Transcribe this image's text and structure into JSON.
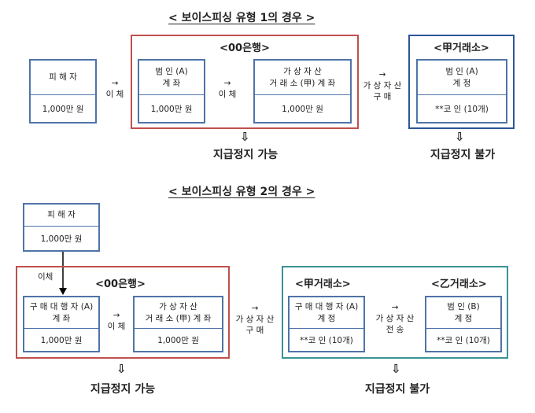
{
  "case1": {
    "title": "< 보이스피싱 유형 1의 경우 >",
    "victim": {
      "label": "피 해 자",
      "amount": "1,000만 원"
    },
    "transfer": {
      "arrow": "→",
      "label": "이 체"
    },
    "bank": {
      "title": "<00은행>",
      "criminal_account": {
        "line1": "범 인 (A)",
        "line2": "계 좌",
        "amount": "1,000만 원"
      },
      "transfer": {
        "arrow": "→",
        "label": "이 체"
      },
      "exchange_account": {
        "line1": "가 상 자 산",
        "line2": "거 래 소 (甲) 계 좌",
        "amount": "1,000만 원"
      }
    },
    "purchase": {
      "arrow": "→",
      "line1": "가 상 자 산",
      "line2": "구 매"
    },
    "exchange": {
      "title": "<甲거래소>",
      "criminal_wallet": {
        "line1": "범 인 (A)",
        "line2": "계 정",
        "amount": "**코 인 (10개)"
      }
    },
    "result_bank": {
      "arrow": "⇩",
      "label": "지급정지 가능"
    },
    "result_exchange": {
      "arrow": "⇩",
      "label": "지급정지 불가"
    }
  },
  "case2": {
    "title": "< 보이스피싱 유형 2의 경우 >",
    "victim": {
      "label": "피 해 자",
      "amount": "1,000만 원"
    },
    "transfer_down": {
      "label": "이체"
    },
    "bank": {
      "title": "<00은행>",
      "agent_account": {
        "line1": "구 매 대 행 자 (A)",
        "line2": "계 좌",
        "amount": "1,000만 원"
      },
      "transfer": {
        "arrow": "→",
        "label": "이 체"
      },
      "exchange_account": {
        "line1": "가 상 자 산",
        "line2": "거 래 소 (甲) 계 좌",
        "amount": "1,000만 원"
      }
    },
    "purchase": {
      "arrow": "→",
      "line1": "가 상 자 산",
      "line2": "구 매"
    },
    "exchanges": {
      "title_left": "<甲거래소>",
      "title_right": "<乙거래소>",
      "agent_wallet": {
        "line1": "구 매 대 행 자 (A)",
        "line2": "계 정",
        "amount": "**코 인 (10개)"
      },
      "send": {
        "arrow": "→",
        "line1": "가 상 자 산",
        "line2": "전 송"
      },
      "criminal_wallet": {
        "line1": "범 인 (B)",
        "line2": "계 정",
        "amount": "**코 인 (10개)"
      }
    },
    "result_bank": {
      "arrow": "⇩",
      "label": "지급정지 가능"
    },
    "result_exchange": {
      "arrow": "⇩",
      "label": "지급정지 불가"
    }
  },
  "colors": {
    "bank_frame": "#c0504d",
    "exchange_frame_case1": "#2e5597",
    "exchange_frame_case2": "#3a9396",
    "box_border": "#4f74a8"
  }
}
